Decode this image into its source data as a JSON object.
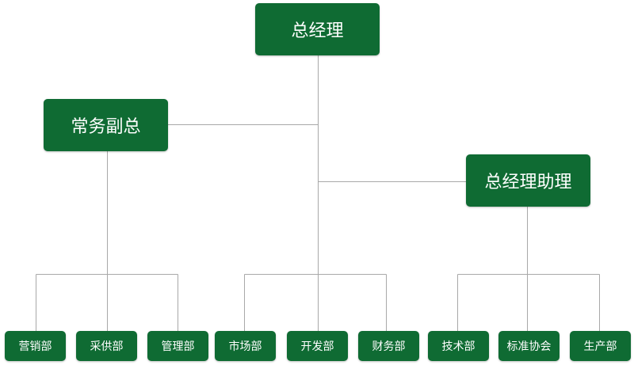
{
  "org_chart": {
    "ceo": "总经理",
    "executive_vp": "常务副总",
    "assistant": "总经理助理",
    "departments": {
      "marketing": "营销部",
      "procurement": "采供部",
      "management": "管理部",
      "market": "市场部",
      "development": "开发部",
      "finance": "财务部",
      "technology": "技术部",
      "standards": "标准协会",
      "production": "生产部"
    }
  },
  "colors": {
    "node_fill": "#0f6b33",
    "node_text": "#ffffff",
    "connector": "#a8a8a8"
  }
}
